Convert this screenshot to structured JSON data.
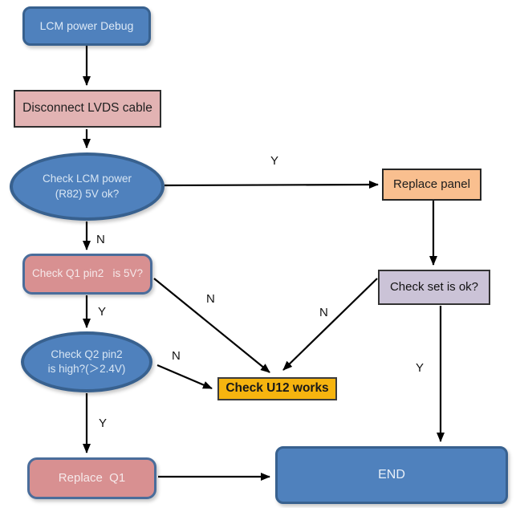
{
  "diagram": {
    "nodes": {
      "start": {
        "label": "LCM power Debug"
      },
      "disconnect": {
        "label": "Disconnect LVDS cable"
      },
      "check_lcm_power": {
        "line1": "Check LCM power",
        "line2": "(R82) 5V ok?"
      },
      "replace_panel": {
        "label": "Replace panel"
      },
      "check_q1": {
        "label": "Check Q1 pin2   is 5V?"
      },
      "check_set": {
        "label": "Check set is ok?"
      },
      "check_q2": {
        "line1": "Check Q2 pin2",
        "line2": "is high?(＞2.4V)"
      },
      "check_u12": {
        "label": "Check U12 works"
      },
      "replace_q1": {
        "label": "Replace  Q1"
      },
      "end": {
        "label": "END"
      }
    },
    "edge_labels": {
      "lcm_power_yes": "Y",
      "lcm_power_no": "N",
      "q1_yes": "Y",
      "q1_no": "N",
      "q2_yes": "Y",
      "q2_no": "N",
      "set_yes": "Y",
      "set_no": "N"
    },
    "colors": {
      "blue-fill": "#4f81bd",
      "blue-border": "#38618f",
      "pink-light-fill": "#e2b3b3",
      "salmon-fill": "#d89091",
      "salmon-border": "#4a6d9b",
      "orange-fill": "#f9bf8f",
      "lavender-fill": "#cbc3d7",
      "gold-fill": "#f6b40f",
      "arrow": "#000000"
    }
  }
}
